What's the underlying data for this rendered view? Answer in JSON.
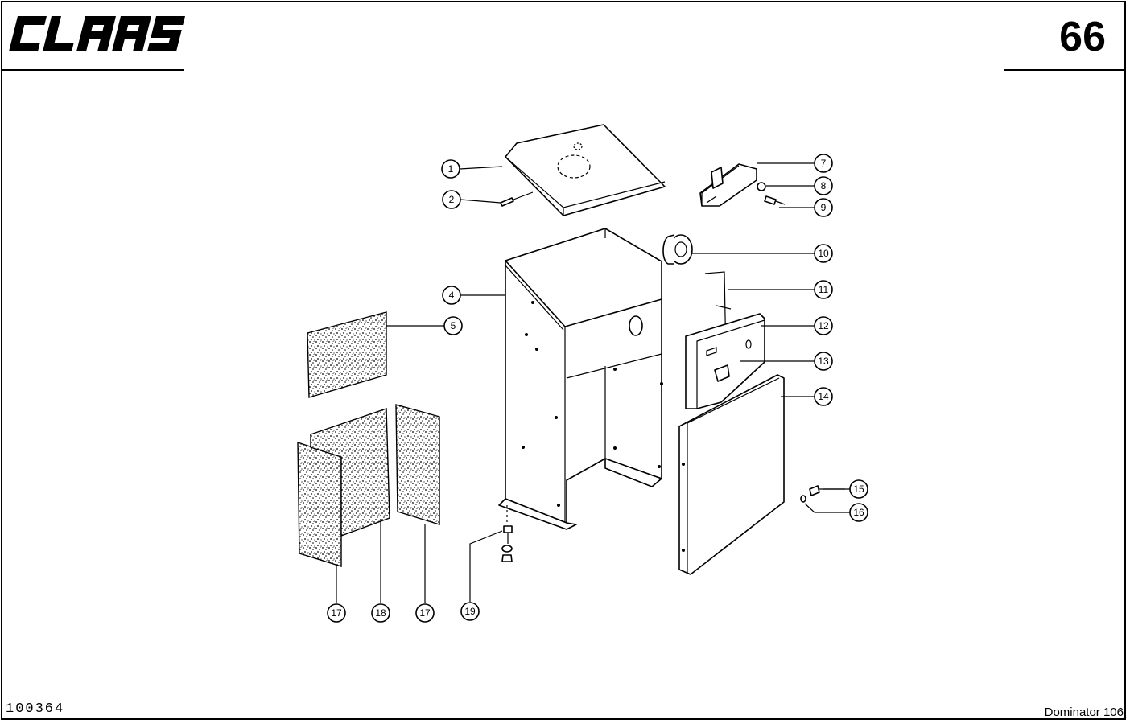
{
  "header": {
    "brand": "CLAAS",
    "page_number": "66"
  },
  "footer": {
    "drawing_code": "100364",
    "model": "Dominator 106"
  },
  "callouts": [
    "1",
    "2",
    "4",
    "5",
    "7",
    "8",
    "9",
    "10",
    "11",
    "12",
    "13",
    "14",
    "15",
    "16",
    "17",
    "18",
    "17",
    "19"
  ]
}
